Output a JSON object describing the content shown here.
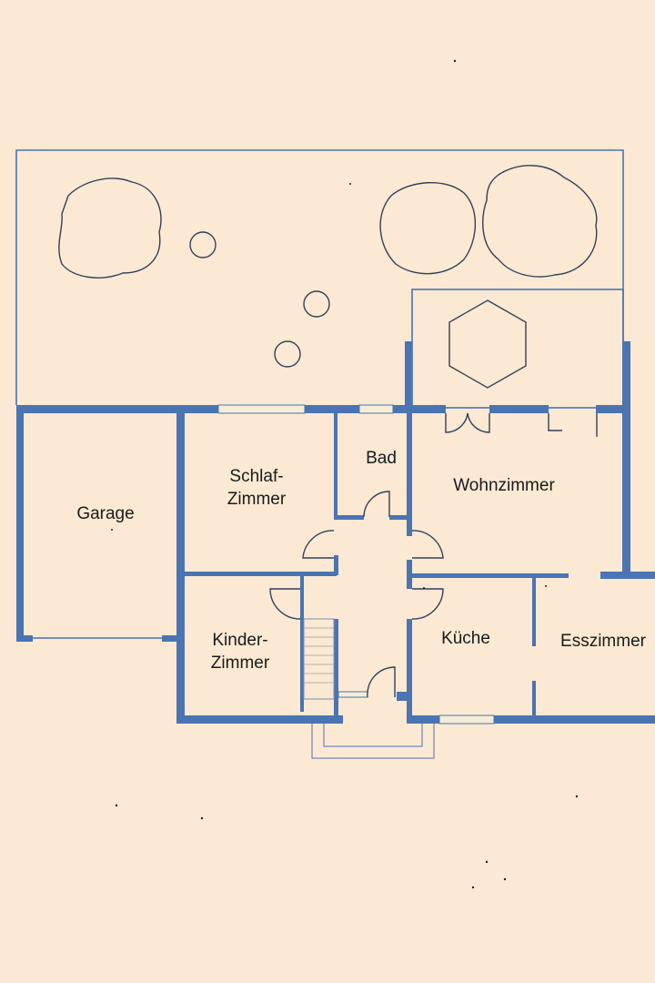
{
  "plan": {
    "rooms": {
      "garage": "Garage",
      "schlafzimmer_1": "Schlaf-",
      "schlafzimmer_2": "Zimmer",
      "bad": "Bad",
      "wohnzimmer": "Wohnzimmer",
      "kinderzimmer_1": "Kinder-",
      "kinderzimmer_2": "Zimmer",
      "kueche": "Küche",
      "esszimmer": "Esszimmer"
    },
    "colors": {
      "wall": "#4a74b2",
      "background": "#fbe9d4",
      "text": "#1a1a1a"
    }
  }
}
